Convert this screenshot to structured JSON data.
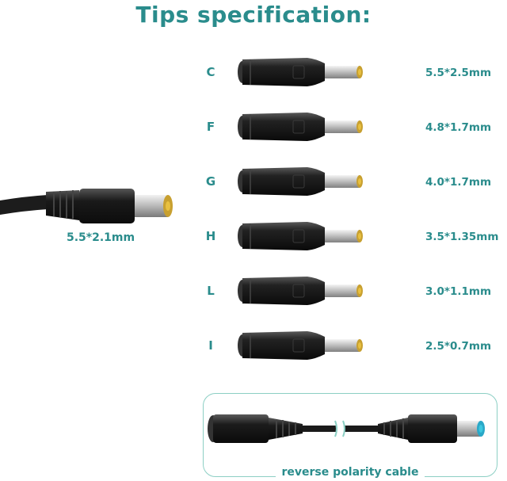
{
  "title": "Tips specification:",
  "colors": {
    "accent": "#2a8c8c",
    "tip_gold": "#e8c040",
    "tip_blue": "#3cc8e0",
    "plug_body": "#1e1e1e"
  },
  "main_cable": {
    "size": "5.5*2.1mm"
  },
  "tips": [
    {
      "letter": "C",
      "size": "5.5*2.5mm"
    },
    {
      "letter": "F",
      "size": "4.8*1.7mm"
    },
    {
      "letter": "G",
      "size": "4.0*1.7mm"
    },
    {
      "letter": "H",
      "size": "3.5*1.35mm"
    },
    {
      "letter": "L",
      "size": "3.0*1.1mm"
    },
    {
      "letter": "I",
      "size": "2.5*0.7mm"
    }
  ],
  "reverse_cable": {
    "label": "reverse polarity cable"
  }
}
